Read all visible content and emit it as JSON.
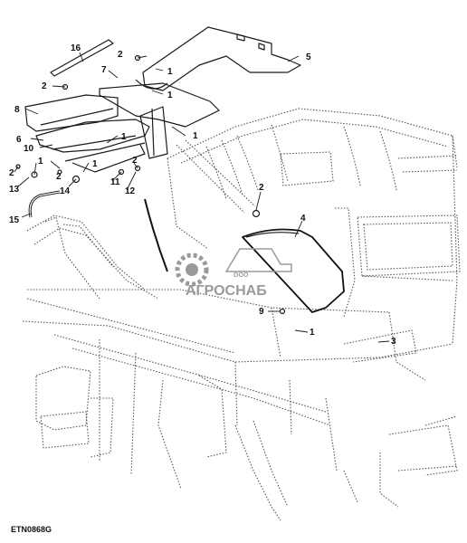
{
  "figure_code": "ETN0868G",
  "watermark": {
    "company_form": "ООО",
    "brand": "АГРОСНАБ"
  },
  "callouts": [
    "16",
    "2",
    "1",
    "7",
    "5",
    "2",
    "1",
    "8",
    "1",
    "6",
    "10",
    "1",
    "2",
    "1",
    "2",
    "1",
    "13",
    "14",
    "11",
    "12",
    "2",
    "15",
    "2",
    "4",
    "9",
    "1",
    "3"
  ],
  "colors": {
    "line": "#1a1a1a",
    "dotted": "#555555",
    "watermark": "#9a9a9a"
  }
}
